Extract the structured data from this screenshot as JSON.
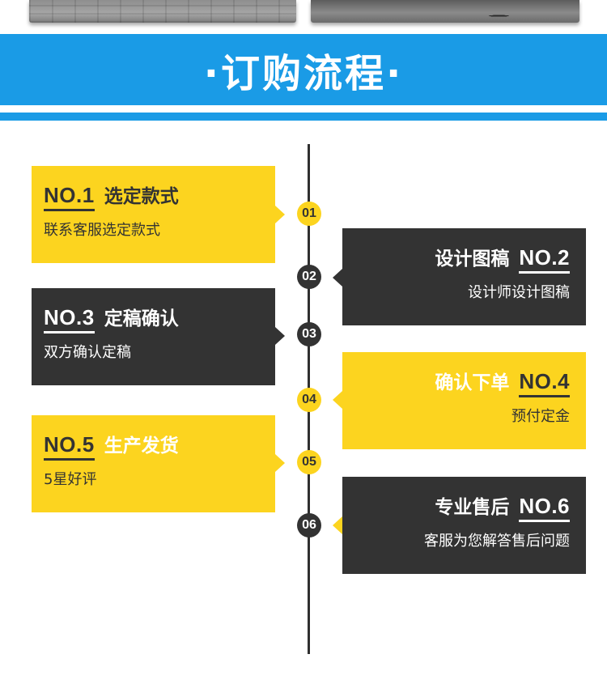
{
  "header": {
    "title": "·订购流程·"
  },
  "colors": {
    "banner": "#1a9be6",
    "yellow": "#fcd41f",
    "dark": "#333333"
  },
  "steps": [
    {
      "badge": "01",
      "no": "NO.1",
      "title": "选定款式",
      "desc": "联系客服选定款式"
    },
    {
      "badge": "02",
      "no": "NO.2",
      "title": "设计图稿",
      "desc": "设计师设计图稿"
    },
    {
      "badge": "03",
      "no": "NO.3",
      "title": "定稿确认",
      "desc": "双方确认定稿"
    },
    {
      "badge": "04",
      "no": "NO.4",
      "title": "确认下单",
      "desc": "预付定金"
    },
    {
      "badge": "05",
      "no": "NO.5",
      "title": "生产发货",
      "desc": "5星好评"
    },
    {
      "badge": "06",
      "no": "NO.6",
      "title": "专业售后",
      "desc": "客服为您解答售后问题"
    }
  ]
}
